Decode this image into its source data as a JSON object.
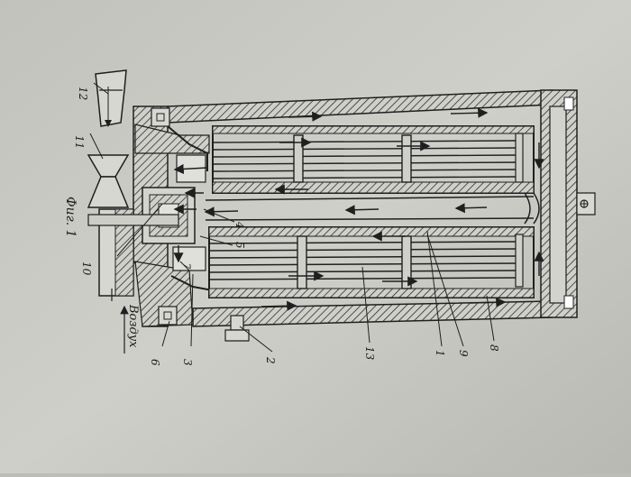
{
  "figure": {
    "caption": "Фиг. 1",
    "air_label": "Воздух",
    "callouts": [
      "1",
      "2",
      "3",
      "4",
      "5",
      "6",
      "7",
      "8",
      "9",
      "10",
      "11",
      "12",
      "13"
    ]
  },
  "colors": {
    "paper": "#c9c9c4",
    "ink": "#1f1f1f",
    "hatch": "#3a3a3a"
  }
}
